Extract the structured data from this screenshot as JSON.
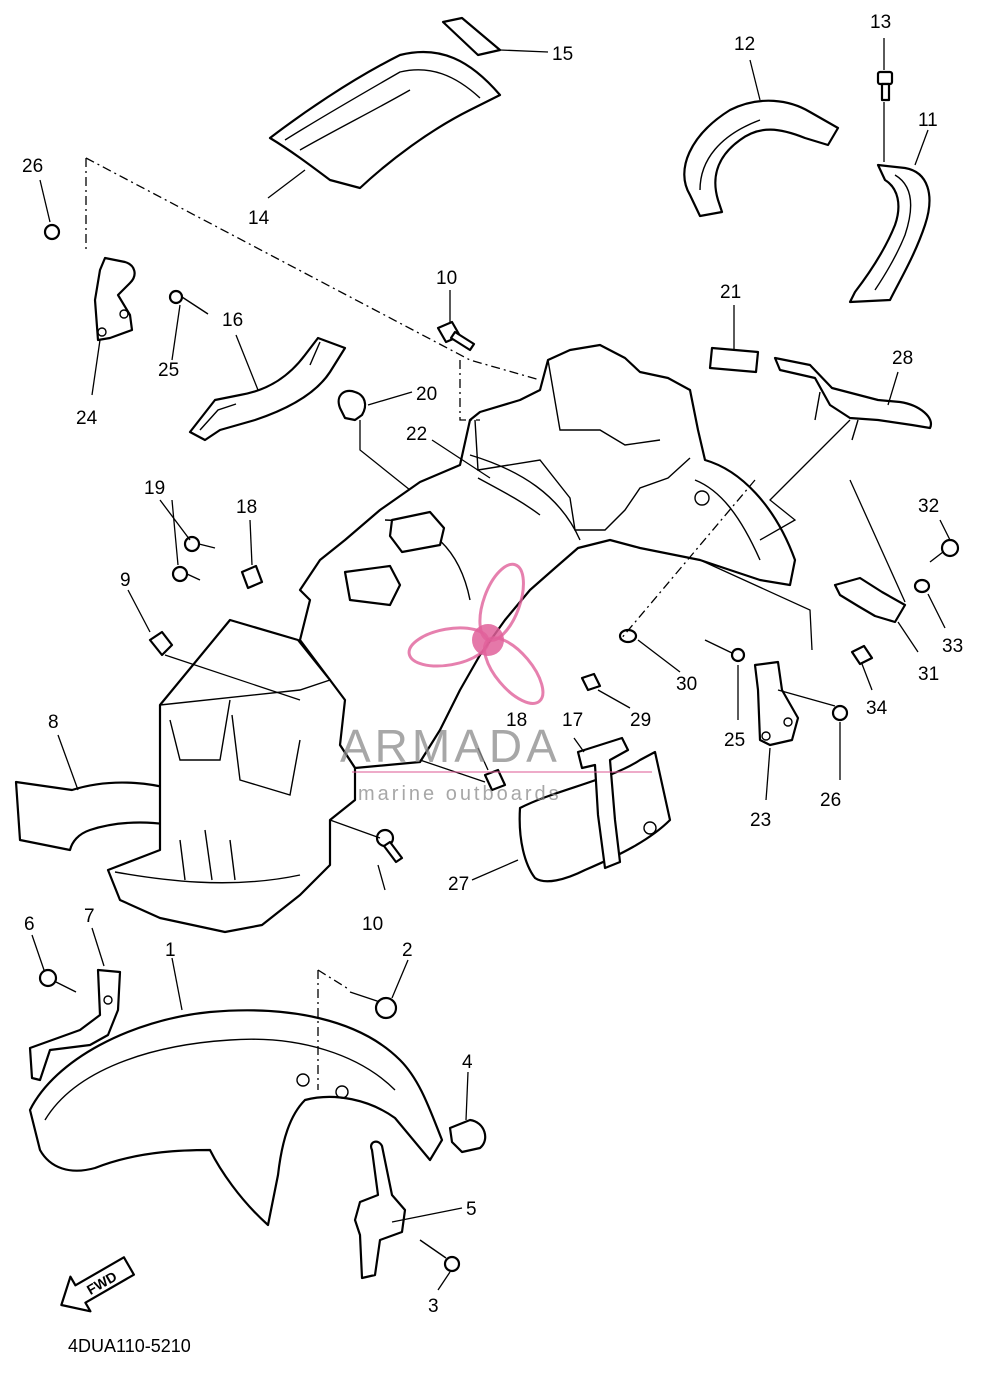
{
  "diagram_code": "4DUA110-5210",
  "watermark": {
    "brand": "ARMADA",
    "tagline": "marine outboards",
    "logo_color": "#e0609a"
  },
  "fwd_arrow_label": "FWD",
  "callouts": [
    "1",
    "2",
    "3",
    "4",
    "5",
    "6",
    "7",
    "8",
    "9",
    "10",
    "10",
    "11",
    "12",
    "13",
    "14",
    "15",
    "16",
    "17",
    "18",
    "18",
    "19",
    "20",
    "21",
    "22",
    "23",
    "24",
    "25",
    "25",
    "26",
    "26",
    "27",
    "28",
    "29",
    "30",
    "31",
    "32",
    "33",
    "34"
  ]
}
